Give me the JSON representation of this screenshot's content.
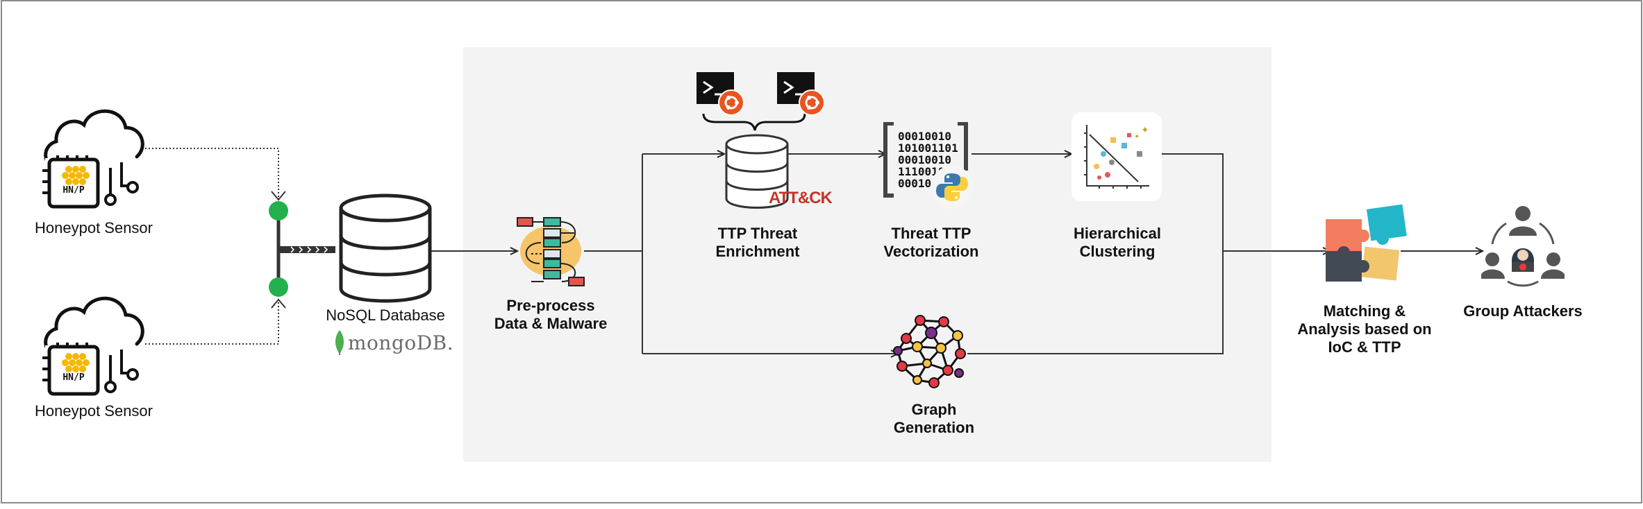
{
  "diagram": {
    "nodes": {
      "honeypot_top": {
        "label": "Honeypot Sensor",
        "chip_text": "HN/P"
      },
      "honeypot_bottom": {
        "label": "Honeypot Sensor",
        "chip_text": "HN/P"
      },
      "nosql": {
        "label": "NoSQL Database",
        "logo_text": "mongoDB."
      },
      "preprocess": {
        "line1": "Pre-process",
        "line2": "Data & Malware"
      },
      "ttp_enrichment": {
        "line1": "TTP Threat",
        "line2": "Enrichment",
        "badge": "ATT&CK"
      },
      "vectorization": {
        "line1": "Threat TTP",
        "line2": "Vectorization",
        "binary": [
          "00010010",
          "101001101",
          "00010010",
          "1110010",
          "00010"
        ]
      },
      "clustering": {
        "line1": "Hierarchical",
        "line2": "Clustering"
      },
      "graph": {
        "line1": "Graph",
        "line2": "Generation"
      },
      "matching": {
        "line1": "Matching &",
        "line2": "Analysis based on",
        "line3": "IoC & TTP"
      },
      "group": {
        "label": "Group Attackers"
      }
    },
    "colors": {
      "panel": "#f3f3f3",
      "junction": "#22b14c",
      "ubuntu": "#e95420",
      "attck": "#c8322a",
      "mongo_leaf": "#4caf50",
      "honeycomb": "#f5b800"
    }
  }
}
